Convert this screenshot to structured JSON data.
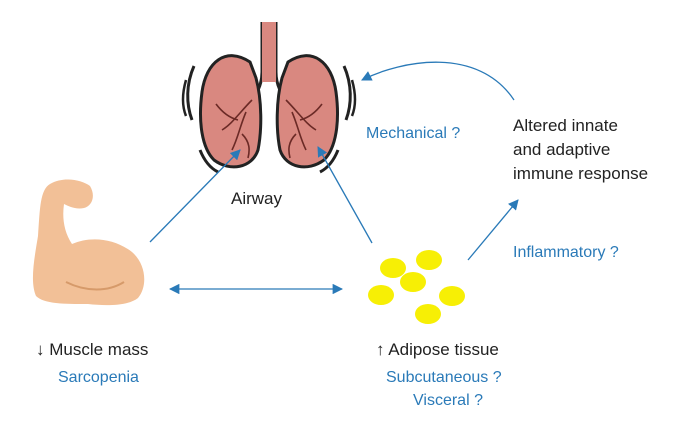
{
  "nodes": {
    "airway": "Airway",
    "immune": [
      "Altered innate",
      "and adaptive",
      "immune response"
    ],
    "muscle": "↓ Muscle mass",
    "sarcopenia": "Sarcopenia",
    "adipose": "↑ Adipose tissue",
    "subcutaneous": "Subcutaneous ?",
    "visceral": "Visceral ?"
  },
  "links": {
    "mechanical": "Mechanical ?",
    "inflammatory": "Inflammatory ?"
  },
  "colors": {
    "arrow": "#2a7ab8",
    "label_blue": "#2a7ab8",
    "text_dark": "#222222",
    "lung_fill": "#d98880",
    "muscle_fill": "#f2c097",
    "fat_fill": "#f7ef05"
  },
  "icons": [
    "lungs-icon",
    "flexed-arm-icon",
    "fat-cells-icon"
  ]
}
